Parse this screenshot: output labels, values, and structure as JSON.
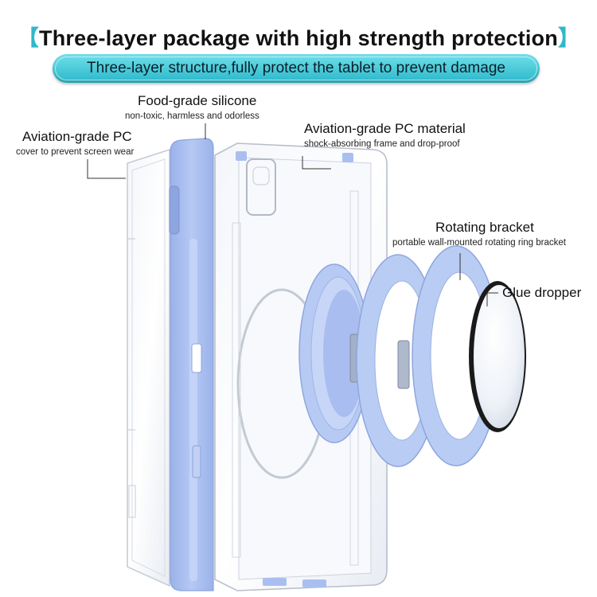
{
  "header": {
    "bracket_left": "【",
    "title": "Three-layer package with high strength protection",
    "bracket_right": "】",
    "subtitle": "Three-layer structure,fully protect the tablet to prevent damage"
  },
  "callouts": {
    "silicone": {
      "title": "Food-grade silicone",
      "desc": "non-toxic, harmless and odorless"
    },
    "pc_cover": {
      "title": "Aviation-grade PC",
      "desc": "cover to prevent screen wear"
    },
    "pc_material": {
      "title": "Aviation-grade PC material",
      "desc": "shock-absorbing frame and drop-proof"
    },
    "bracket": {
      "title": "Rotating bracket",
      "desc": "portable wall-mounted rotating ring bracket"
    },
    "glue": {
      "title": "Glue dropper"
    }
  },
  "colors": {
    "accent": "#2fb8c9",
    "silicone": "#a9bff0",
    "ring": "#b9ccf3",
    "pill_top": "#6fe0ea",
    "pill_bottom": "#2bb7c9"
  }
}
